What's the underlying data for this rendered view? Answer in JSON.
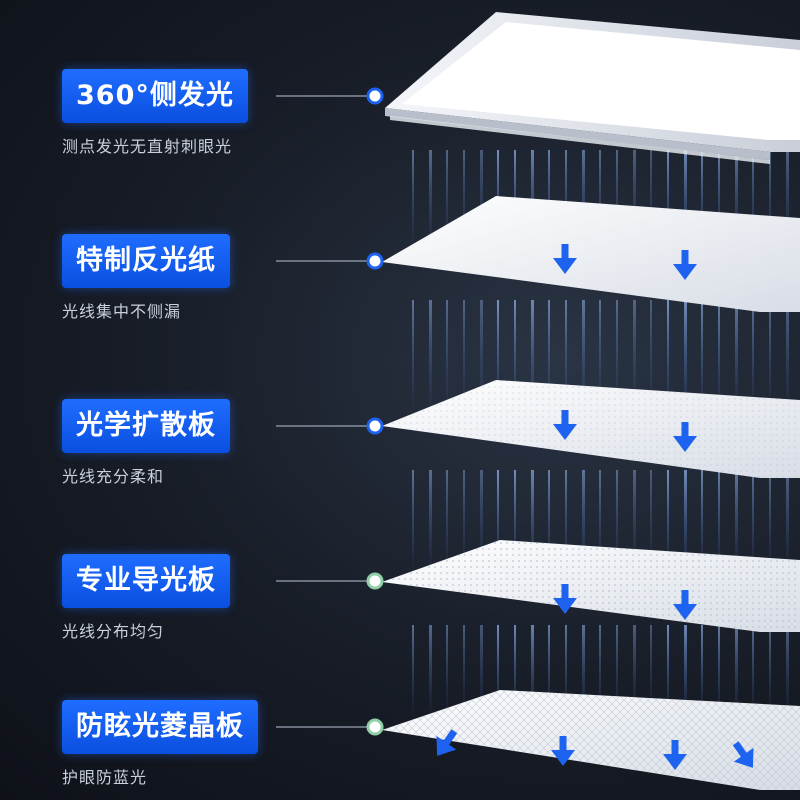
{
  "layers": [
    {
      "title": "360°侧发光",
      "subtitle": "测点发光无直射刺眼光"
    },
    {
      "title": "特制反光纸",
      "subtitle": "光线集中不侧漏"
    },
    {
      "title": "光学扩散板",
      "subtitle": "光线充分柔和"
    },
    {
      "title": "专业导光板",
      "subtitle": "光线分布均匀"
    },
    {
      "title": "防眩光菱晶板",
      "subtitle": "护眼防蓝光"
    }
  ],
  "colors": {
    "accent": "#0a4fe0",
    "arrow": "#1e63f0",
    "background": "#171c26"
  }
}
